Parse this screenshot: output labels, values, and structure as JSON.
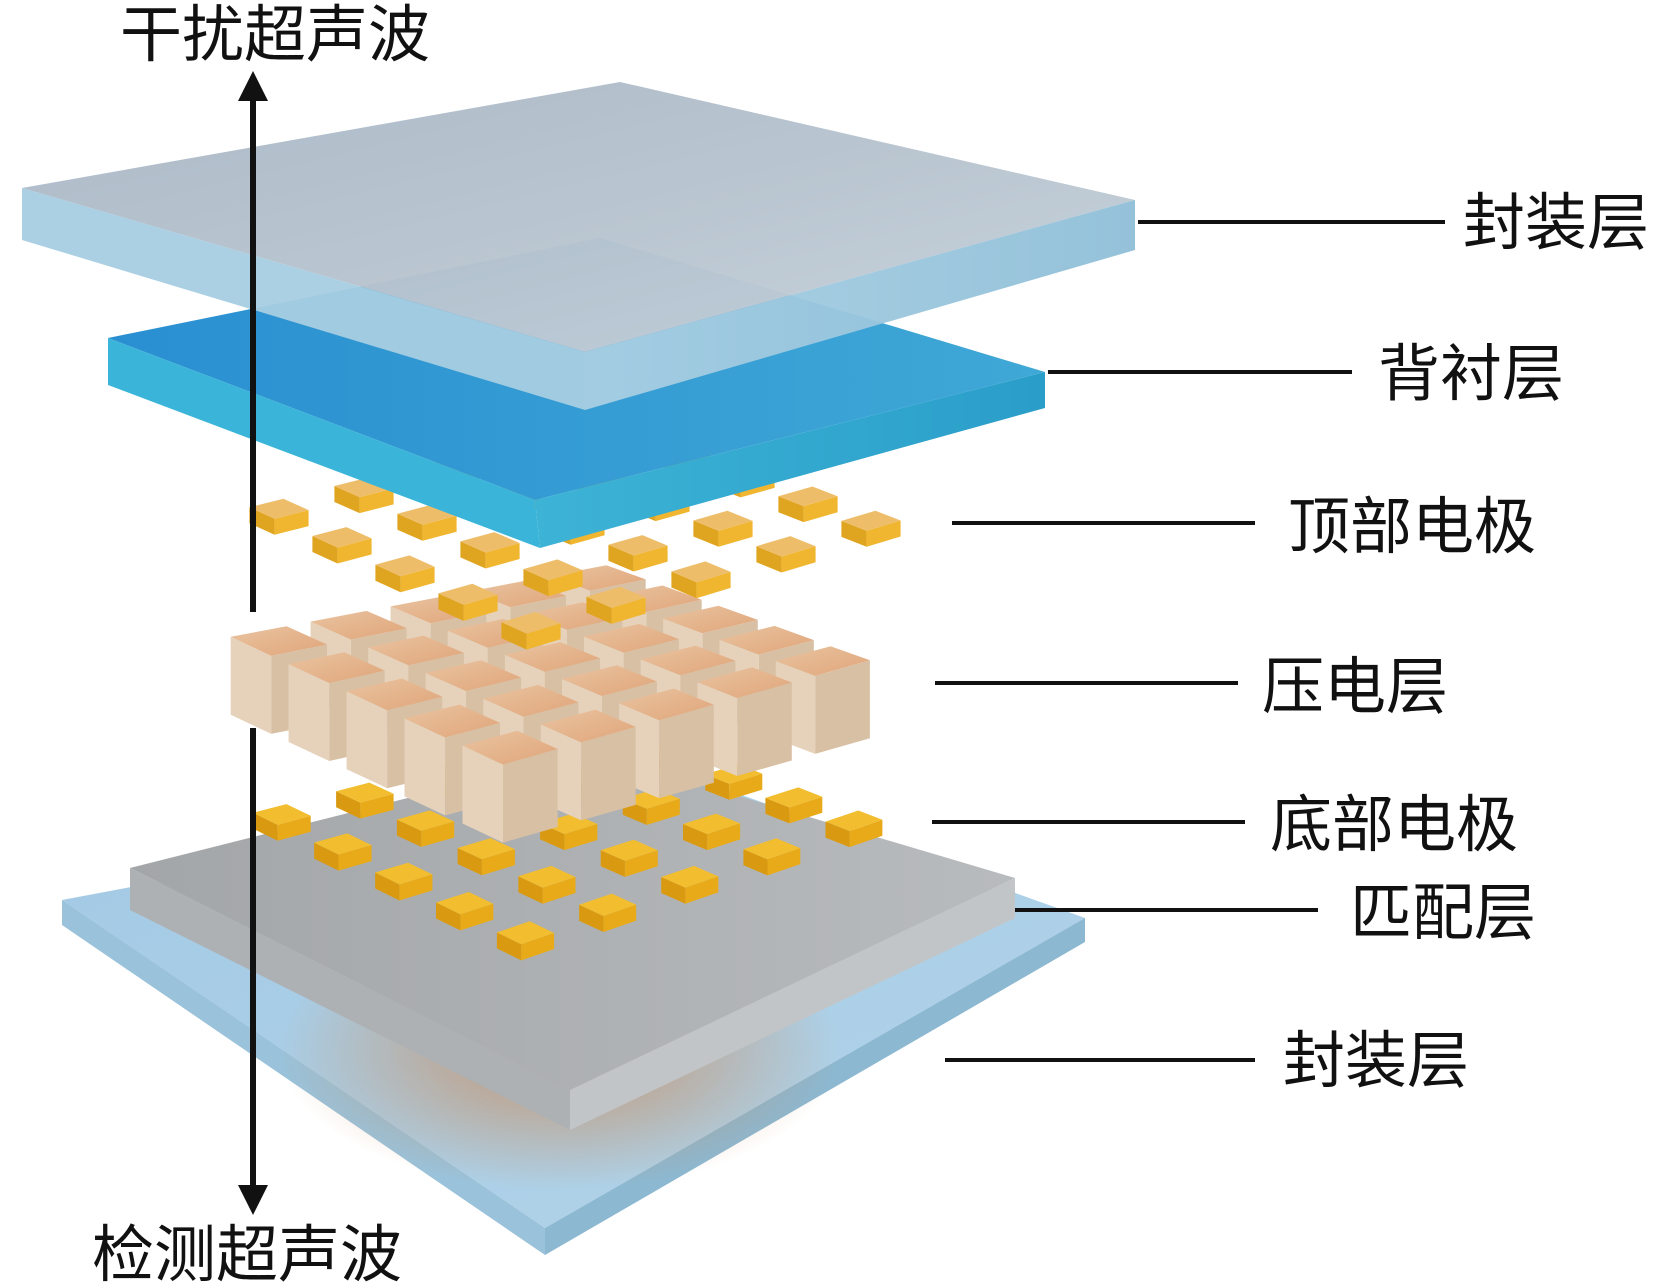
{
  "diagram": {
    "wave_top": "干扰超声波",
    "wave_bottom": "检测超声波",
    "layers": {
      "encap_top": "封装层",
      "backing": "背衬层",
      "top_electrode": "顶部电极",
      "piezo": "压电层",
      "bottom_electrode": "底部电极",
      "matching": "匹配层",
      "encap_bottom": "封装层"
    }
  }
}
